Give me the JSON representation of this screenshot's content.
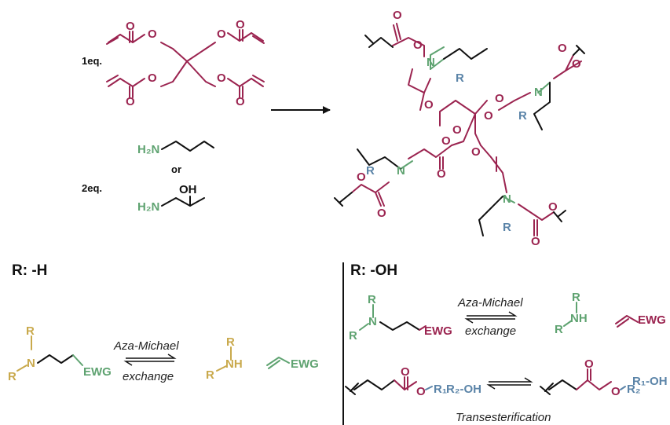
{
  "colors": {
    "acrylate": "#9b2450",
    "amine": "#5fa371",
    "r_group": "#5b84a8",
    "yellow": "#c9a94c",
    "black": "#111111"
  },
  "atoms": {
    "O": "O",
    "OH": "OH",
    "N": "N",
    "NH": "NH",
    "H2N": "H₂N",
    "R": "R",
    "R1": "R₁",
    "R2": "R₂",
    "R1OH": "R₁-OH",
    "R2OH": "R₂-OH",
    "EWG": "EWG"
  },
  "reaction": {
    "eq1": "1eq.",
    "eq2": "2eq.",
    "or": "or"
  },
  "left_panel": {
    "heading": "R: -H",
    "arrow_top": "Aza-Michael",
    "arrow_bottom": "exchange"
  },
  "right_panel": {
    "heading": "R: -OH",
    "arrow_top": "Aza-Michael",
    "arrow_bottom": "exchange",
    "trans_label": "Transesterification"
  }
}
